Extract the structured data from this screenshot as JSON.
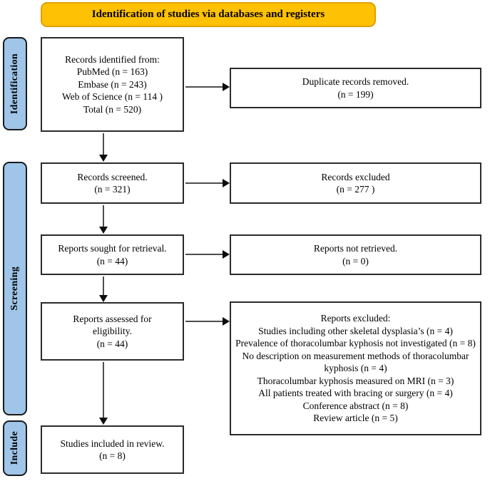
{
  "banner": {
    "label": "Identification of studies via databases and registers"
  },
  "stages": [
    {
      "label": "Identification"
    },
    {
      "label": "Screening"
    },
    {
      "label": "Include"
    }
  ],
  "boxes": {
    "records_identified": {
      "lines": [
        "Records identified from:",
        "PubMed (n = 163)",
        "Embase (n = 243)",
        "Web of Science (n = 114 )",
        "Total (n = 520)"
      ]
    },
    "duplicates_removed": {
      "lines": [
        "Duplicate records removed.",
        "(n = 199)"
      ]
    },
    "records_screened": {
      "lines": [
        "Records screened.",
        "(n = 321)"
      ]
    },
    "records_excluded": {
      "lines": [
        "Records excluded",
        "(n = 277 )"
      ]
    },
    "reports_sought": {
      "lines": [
        "Reports sought for retrieval.",
        "(n = 44)"
      ]
    },
    "reports_not_retrieved": {
      "lines": [
        "Reports not retrieved.",
        "(n = 0)"
      ]
    },
    "reports_assessed": {
      "lines": [
        "Reports assessed for",
        "eligibility.",
        "(n = 44)"
      ]
    },
    "reports_excluded": {
      "lines": [
        "Reports excluded:",
        "Studies including other skeletal dysplasia’s (n = 4)",
        "Prevalence of thoracolumbar kyphosis not investigated (n = 8)",
        "No description on measurement methods of thoracolumbar kyphosis (n = 4)",
        "Thoracolumbar kyphosis measured on MRI (n = 3)",
        "All patients treated with bracing or surgery (n = 4)",
        "Conference abstract (n = 8)",
        "Review article (n = 5)"
      ]
    },
    "studies_included": {
      "lines": [
        "Studies included in review.",
        "(n = 8)"
      ]
    }
  },
  "colors": {
    "banner_fill": "#FFC103",
    "banner_border": "#DFA000",
    "stage_fill": "#9FC5E8",
    "box_border": "#2b2b2b",
    "arrow_line": "#4d4d4d",
    "arrow_head": "#0d0d0d"
  }
}
